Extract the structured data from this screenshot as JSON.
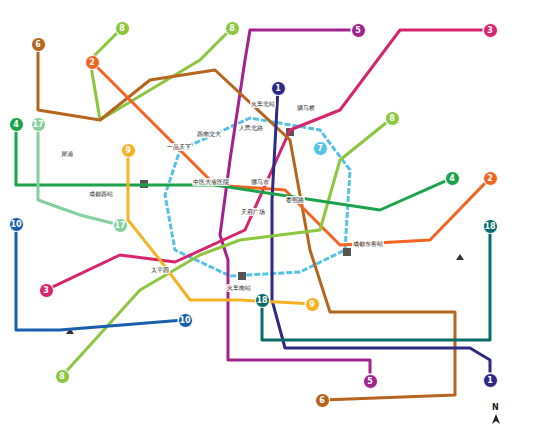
{
  "diagram": {
    "nodes": [
      {
        "text": [
          "8"
        ]
      },
      {
        "text": [
          "8"
        ]
      },
      {
        "text": [
          "5"
        ]
      },
      {
        "text": [
          "3"
        ]
      },
      {
        "text": [
          "6"
        ]
      },
      {
        "text": [
          "2"
        ]
      },
      {
        "text": [
          "1"
        ]
      },
      {
        "text": [
          "8"
        ]
      },
      {
        "text": [
          "4"
        ]
      },
      {
        "text": [
          "17"
        ]
      },
      {
        "text": [
          "7"
        ]
      },
      {
        "text": [
          "9"
        ]
      },
      {
        "text": [
          "2"
        ]
      },
      {
        "text": [
          "4"
        ]
      },
      {
        "text": [
          "10"
        ]
      },
      {
        "text": [
          "17"
        ]
      },
      {
        "text": [
          "18"
        ]
      },
      {
        "text": [
          "3"
        ]
      },
      {
        "text": [
          "18"
        ]
      },
      {
        "text": [
          "9"
        ]
      },
      {
        "text": [
          "10"
        ]
      },
      {
        "text": [
          "8"
        ]
      },
      {
        "text": [
          "5"
        ]
      },
      {
        "text": [
          "1"
        ]
      },
      {
        "text": [
          "6"
        ]
      }
    ],
    "edges": [
      {
        "from": 0,
        "to": 1,
        "arrow": "none"
      },
      {
        "from": 2,
        "to": 22,
        "arrow": "none"
      },
      {
        "from": 3,
        "to": 17,
        "arrow": "none"
      },
      {
        "from": 4,
        "to": 24,
        "arrow": "none"
      },
      {
        "from": 5,
        "to": 12,
        "arrow": "none"
      },
      {
        "from": 6,
        "to": 23,
        "arrow": "none"
      },
      {
        "from": 7,
        "to": 21,
        "arrow": "none"
      },
      {
        "from": 8,
        "to": 13,
        "arrow": "none"
      },
      {
        "from": 9,
        "to": 15,
        "arrow": "none"
      },
      {
        "from": 11,
        "to": 19,
        "arrow": "none"
      },
      {
        "from": 14,
        "to": 20,
        "arrow": "none"
      },
      {
        "from": 16,
        "to": 18,
        "arrow": "none"
      }
    ],
    "labels": [
      "火车北站",
      "人民北路",
      "驷马桥",
      "西南交大",
      "一品天下",
      "中医大省医院",
      "骡马市",
      "春熙路",
      "天府广场",
      "太平园",
      "火车南站",
      "成都西站",
      "犀浦",
      "成都东客站",
      "N"
    ]
  }
}
